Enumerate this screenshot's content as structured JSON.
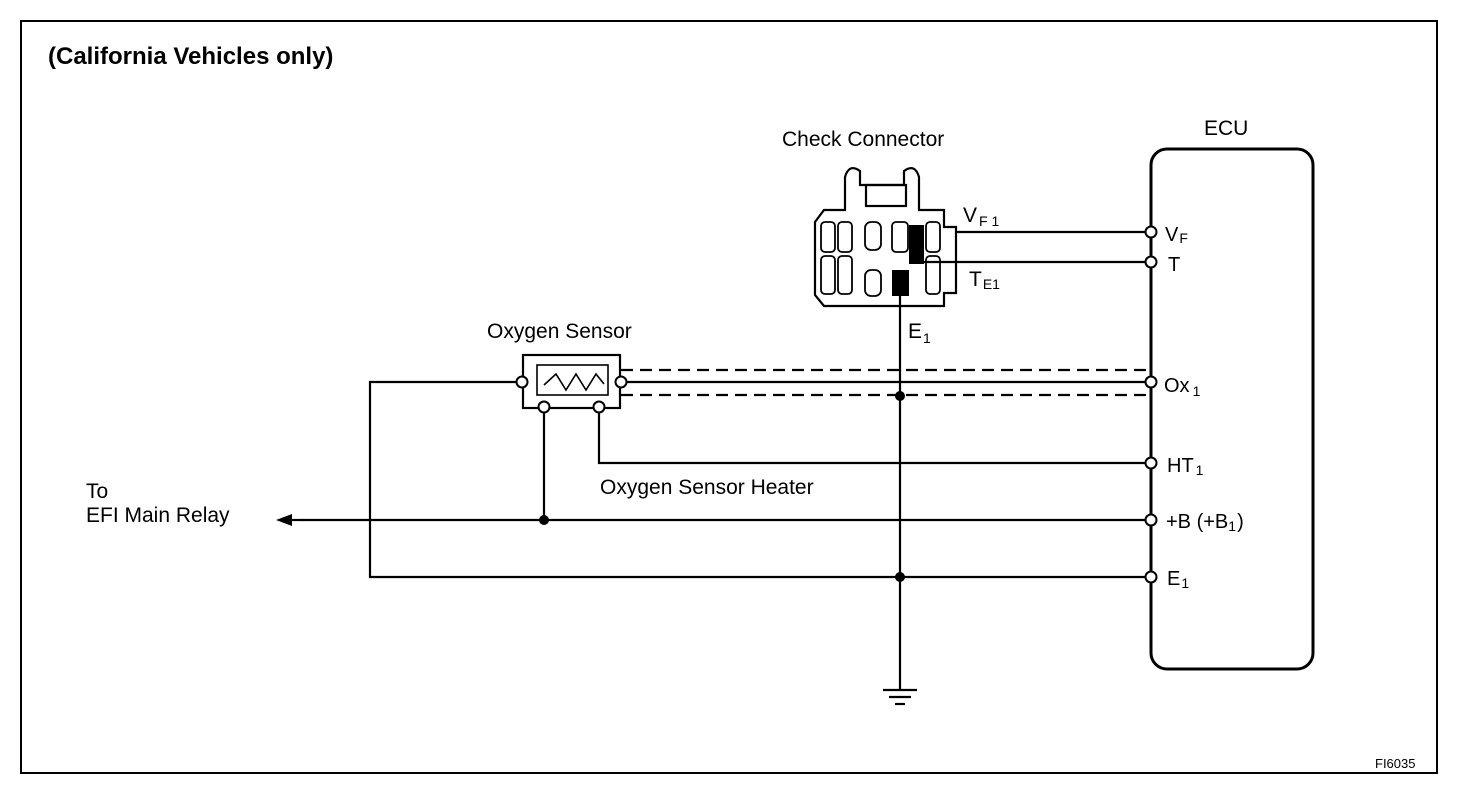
{
  "title": "(California Vehicles only)",
  "figure_code": "FI6035",
  "components": {
    "ecu": "ECU",
    "check_connector": "Check Connector",
    "oxygen_sensor": "Oxygen Sensor",
    "oxygen_sensor_heater": "Oxygen Sensor Heater"
  },
  "relay": {
    "line1": "To",
    "line2": "EFI Main Relay"
  },
  "connector_pins": {
    "vf1": {
      "main": "V",
      "sub": "F 1"
    },
    "te1": {
      "main": "T",
      "sub": "E1"
    },
    "e1": {
      "main": "E",
      "sub": "1"
    }
  },
  "ecu_terminals": {
    "vf": {
      "main": "V",
      "sub": "F"
    },
    "t": "T",
    "ox1": {
      "main": "Ox",
      "sub": "1"
    },
    "ht1": {
      "main": "HT",
      "sub": "1"
    },
    "b": {
      "pre": "+B (+B",
      "sub": "1",
      "post": ")"
    },
    "e1": {
      "main": "E",
      "sub": "1"
    }
  }
}
